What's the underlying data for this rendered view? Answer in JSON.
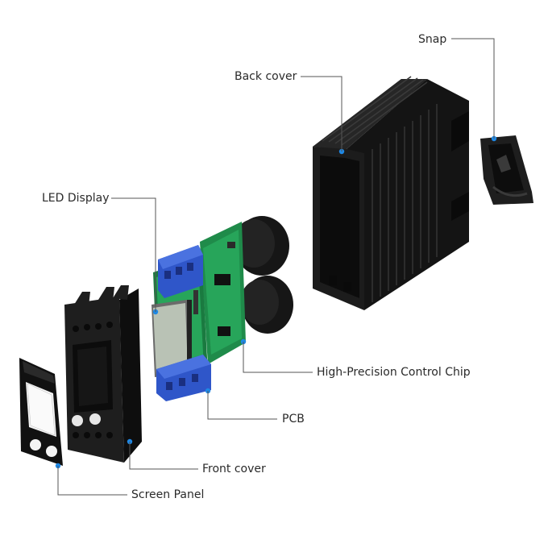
{
  "diagram": {
    "type": "exploded-view",
    "labels": {
      "snap": "Snap",
      "back_cover": "Back cover",
      "led_display": "LED Display",
      "chip": "High-Precision Control Chip",
      "pcb": "PCB",
      "front_cover": "Front cover",
      "screen_panel": "Screen Panel"
    },
    "screen_panel_text": "",
    "colors": {
      "housing": "#1e1e1e",
      "housing_dark": "#0e0e0e",
      "housing_edge": "#3a3a3a",
      "pcb": "#27a55a",
      "pcb_dark": "#1a7a40",
      "terminal": "#2f56c9",
      "lcd": "#b9c2b5",
      "leader_line": "#444444",
      "dot": "#1e88e5"
    }
  }
}
